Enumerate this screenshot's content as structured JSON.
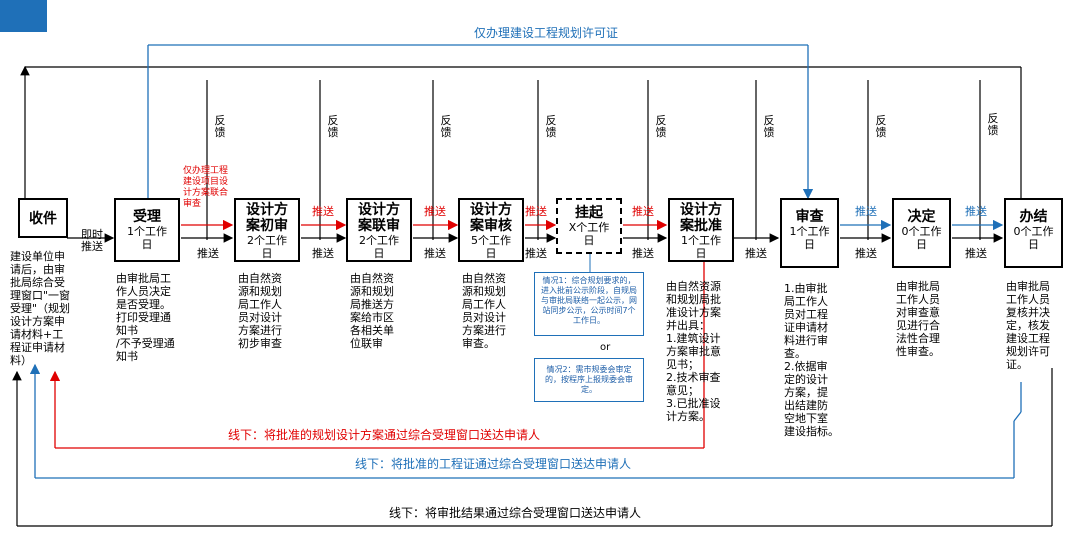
{
  "corner_color": "#1f70b8",
  "top_blue_label": "仅办理建设工程规划许可证",
  "steps": [
    {
      "title": "收件",
      "sub": ""
    },
    {
      "title": "受理",
      "sub": "1个工作日"
    },
    {
      "title": "设计方案初审",
      "sub": "2个工作日"
    },
    {
      "title": "设计方案联审",
      "sub": "2个工作日"
    },
    {
      "title": "设计方案审核",
      "sub": "5个工作日"
    },
    {
      "title": "挂起",
      "sub": "X个工作日"
    },
    {
      "title": "设计方案批准",
      "sub": "1个工作日"
    },
    {
      "title": "审查",
      "sub": "1个工作日"
    },
    {
      "title": "决定",
      "sub": "0个工作日"
    },
    {
      "title": "办结",
      "sub": "0个工作日"
    }
  ],
  "descriptions": [
    "建设单位申\n请后，由审\n批局综合受\n理窗口\"一窗\n受理\"（规划\n设计方案申\n请材料+工\n程证申请材\n料）",
    "由审批局工\n作人员决定\n是否受理。\n打印受理通\n知书\n/不予受理通\n知书",
    "由自然资\n源和规划\n局工作人\n员对设计\n方案进行\n初步审查",
    "由自然资\n源和规划\n局推送方\n案给市区\n各相关单\n位联审",
    "由自然资\n源和规划\n局工作人\n员对设计\n方案进行\n审查。",
    "由自然资源\n和规划局批\n准设计方案\n并出具：\n1.建筑设计\n方案审批意\n见书；\n2.技术审查\n意见；\n3.已批准设\n计方案。",
    "1.由审批\n局工作人\n员对工程\n证申请材\n料进行审\n查。\n2.依据审\n定的设计\n方案，提\n出结建防\n空地下室\n建设指标。",
    "由审批局\n工作人员\n对审查意\n见进行合\n法性合理\n性审查。",
    "由审批局\n工作人员\n复核并决\n定，核发\n建设工程\n规划许可\n证。"
  ],
  "feedback_label": "反馈",
  "push_label": "推送",
  "immediate_push": "即时\n推送",
  "red_note": "仅办理工程\n建设项目设\n计方案联合\n审查",
  "note1": "情况1：综合规划要求的，进入批前公示阶段，自规局与审批局联络一起公示，网站同步公示，公示时间7个工作日。",
  "or_label": "or",
  "note2": "情况2：需市规委会审定的，按程序上报规委会审定。",
  "bottom_red": "线下：将批准的规划设计方案通过综合受理窗口送达申请人",
  "bottom_blue": "线下：将批准的工程证通过综合受理窗口送达申请人",
  "bottom_black": "线下：将审批结果通过综合受理窗口送达申请人",
  "colors": {
    "red": "#e00000",
    "blue": "#1f70b8",
    "black": "#000000"
  }
}
